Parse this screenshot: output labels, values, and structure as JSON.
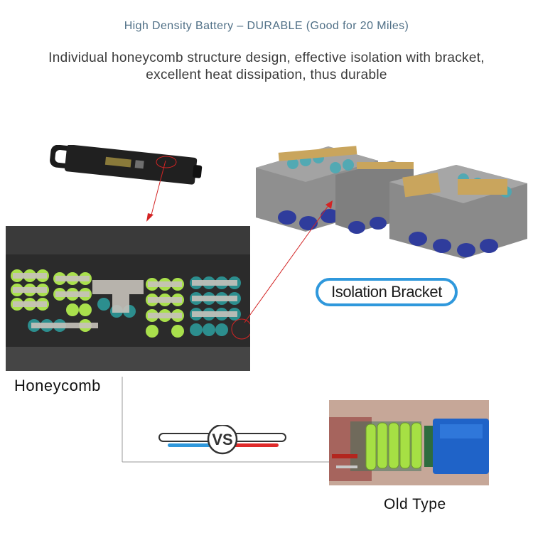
{
  "header": {
    "title": "High Density Battery – DURABLE (Good for 20 Miles)",
    "subtitle_line1": "Individual honeycomb structure design, effective isolation with bracket,",
    "subtitle_line2": "excellent heat dissipation, thus durable"
  },
  "labels": {
    "isolation_bracket": "Isolation Bracket",
    "honeycomb": "Honeycomb",
    "vs": "VS",
    "old_type": "Old Type"
  },
  "colors": {
    "title_text": "#4f6f86",
    "badge_border": "#2f98dc",
    "vs_blue": "#2f98dc",
    "vs_red": "#e02b2b",
    "arrow_red": "#d32424",
    "cell_green": "#a8e24a",
    "bracket_gray": "#8e8e8e",
    "cell_blue": "#2f3f9a"
  },
  "icons": [
    "vs-icon"
  ]
}
